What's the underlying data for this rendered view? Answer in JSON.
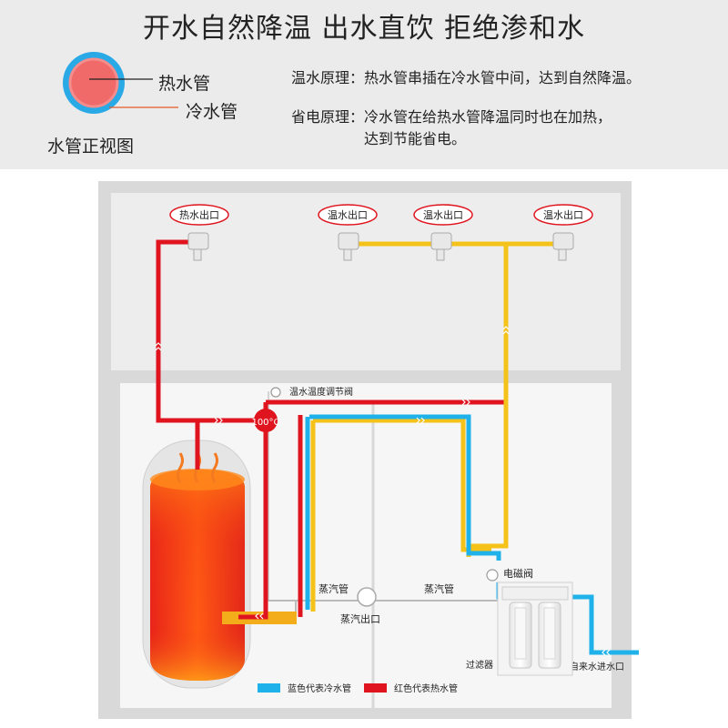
{
  "title": "开水自然降温 出水直饮 拒绝渗和水",
  "cross_section": {
    "hot_label": "热水管",
    "cold_label": "冷水管",
    "caption": "水管正视图"
  },
  "principles": [
    {
      "label": "温水原理：",
      "text": "热水管串插在冷水管中间，达到自然降温。"
    },
    {
      "label": "省电原理：",
      "text_line1": "冷水管在给热水管降温同时也在加热，",
      "text_line2": "达到节能省电。"
    }
  ],
  "outlets": {
    "hot": "热水出口",
    "warm1": "温水出口",
    "warm2": "温水出口",
    "warm3": "温水出口"
  },
  "labels": {
    "valve": "温水温度调节阀",
    "temp": "100°C",
    "steam_left": "蒸汽管",
    "steam_right": "蒸汽管",
    "steam_out": "蒸汽出口",
    "solenoid": "电磁阀",
    "filter": "过滤器",
    "inlet": "自来水进水口"
  },
  "legend": {
    "cold": "蓝色代表冷水管",
    "hot": "红色代表热水管"
  },
  "colors": {
    "hot": "#e0141e",
    "warm": "#f5c21a",
    "cold": "#1fb2ea",
    "panel": "#d9d9d9",
    "header_bg": "#ebebeb"
  }
}
